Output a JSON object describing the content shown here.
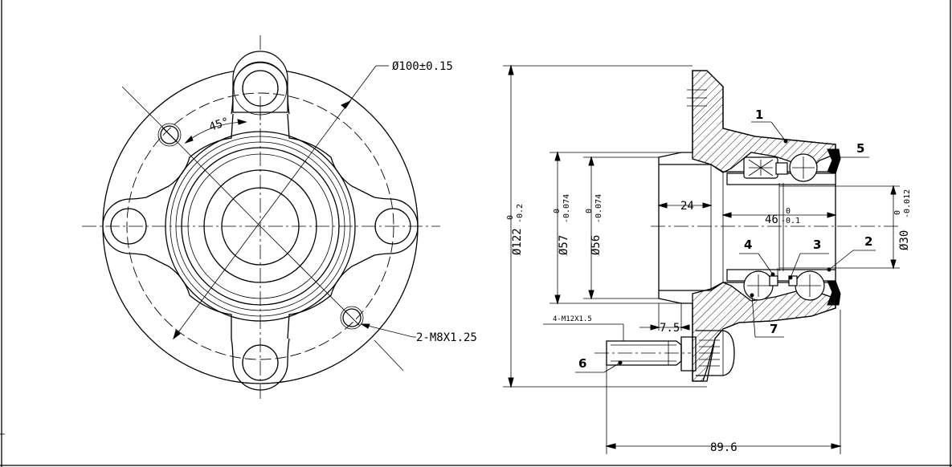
{
  "front_view": {
    "pcd": "Ø100±0.15",
    "angle": "45°",
    "thread": "2-M8X1.25"
  },
  "section_view": {
    "outer_dia": {
      "main": "Ø122",
      "upper": "0",
      "lower": "-0.2"
    },
    "dia_57": {
      "main": "Ø57",
      "upper": "0",
      "lower": "-0.074"
    },
    "dia_56": {
      "main": "Ø56",
      "upper": "0",
      "lower": "-0.074"
    },
    "dia_30": {
      "main": "Ø30",
      "upper": "0",
      "lower": "-0.012"
    },
    "len_24": "24",
    "len_46": {
      "main": "46",
      "upper": "0",
      "lower": "-0.1"
    },
    "len_7_5": "7.5",
    "bolt": "4-M12X1.5",
    "overall": "89.6"
  },
  "parts": [
    "1",
    "2",
    "3",
    "4",
    "5",
    "6",
    "7"
  ]
}
